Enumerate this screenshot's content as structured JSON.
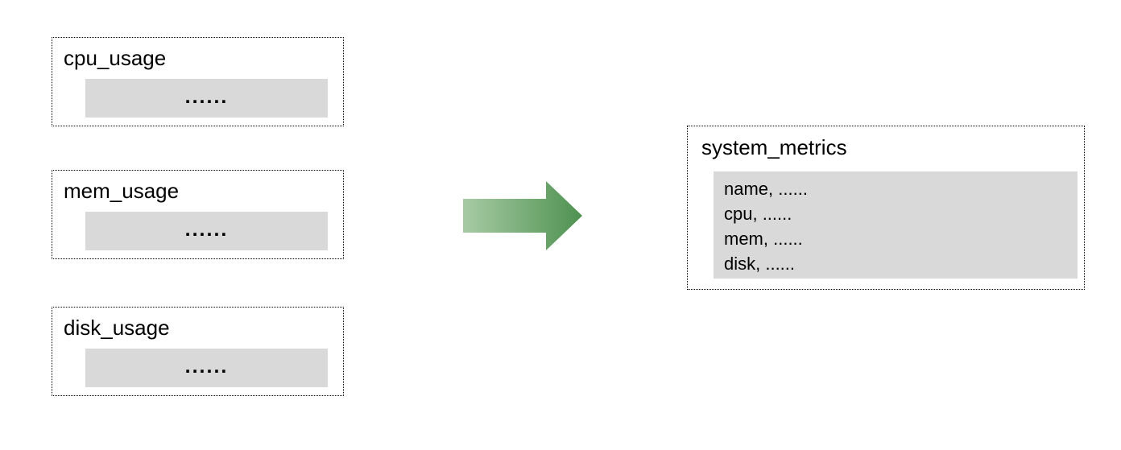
{
  "diagram": {
    "colors": {
      "background": "#ffffff",
      "box-border": "#000000",
      "text": "#000000",
      "gray-fill": "#d9d9d9",
      "arrow-start": "#a7cba4",
      "arrow-end": "#4e9150"
    },
    "source_tables": [
      {
        "title": "cpu_usage",
        "rows_placeholder": "......"
      },
      {
        "title": "mem_usage",
        "rows_placeholder": "......"
      },
      {
        "title": "disk_usage",
        "rows_placeholder": "......"
      }
    ],
    "arrow": {
      "icon": "right-block-arrow"
    },
    "result_table": {
      "title": "system_metrics",
      "rows": [
        "name, ......",
        "cpu, ......",
        "mem, ......",
        "disk, ......"
      ]
    }
  }
}
